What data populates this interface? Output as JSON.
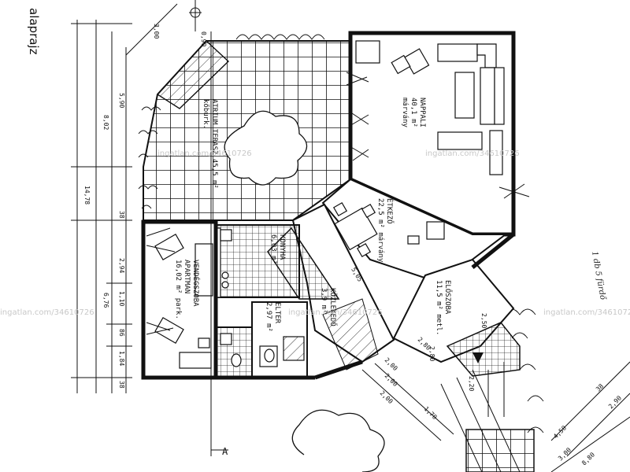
{
  "page_title": "alaprajz",
  "watermark": "ingatlan.com/34610726",
  "section_marker": "A",
  "handwritten_note": "1 db 5 fürdő",
  "rooms": {
    "nappali": [
      "NAPPALI",
      "40,1 m²",
      "márvány"
    ],
    "etkezo": [
      "ÉTKEZŐ",
      "22,5 m² márvány"
    ],
    "eloszoba": [
      "ELŐSZOBA",
      "11,5 m² metl."
    ],
    "kozlekedo": [
      "KÖZLEKEDŐ",
      "3,9 m²"
    ],
    "elter": [
      "ELTER",
      "2,97 m²"
    ],
    "konyha": [
      "KONYHA",
      "6,03 m²"
    ],
    "vendegszoba": [
      "VENDÉGSZOBA",
      "APARTMAN",
      "16,02 m² park."
    ],
    "atrium": [
      "ATRIUM TERASZ 45,5 m²",
      "kőburk."
    ]
  },
  "dimensions_left": [
    "5,90",
    "8,02",
    "14,78",
    "38",
    "2,94",
    "6,76",
    "1,10",
    "86",
    "1,84",
    "38"
  ],
  "dimensions_top": [
    "3,00",
    "0,90"
  ],
  "dimensions_bottom": [
    "2,00",
    "2,00",
    "1,70",
    "2,80",
    "4,50",
    "3,00",
    "8,80",
    "38",
    "2,90"
  ],
  "dimensions_interior": [
    "5,05",
    "2,80",
    "2,50",
    "2,00",
    "2,20"
  ]
}
